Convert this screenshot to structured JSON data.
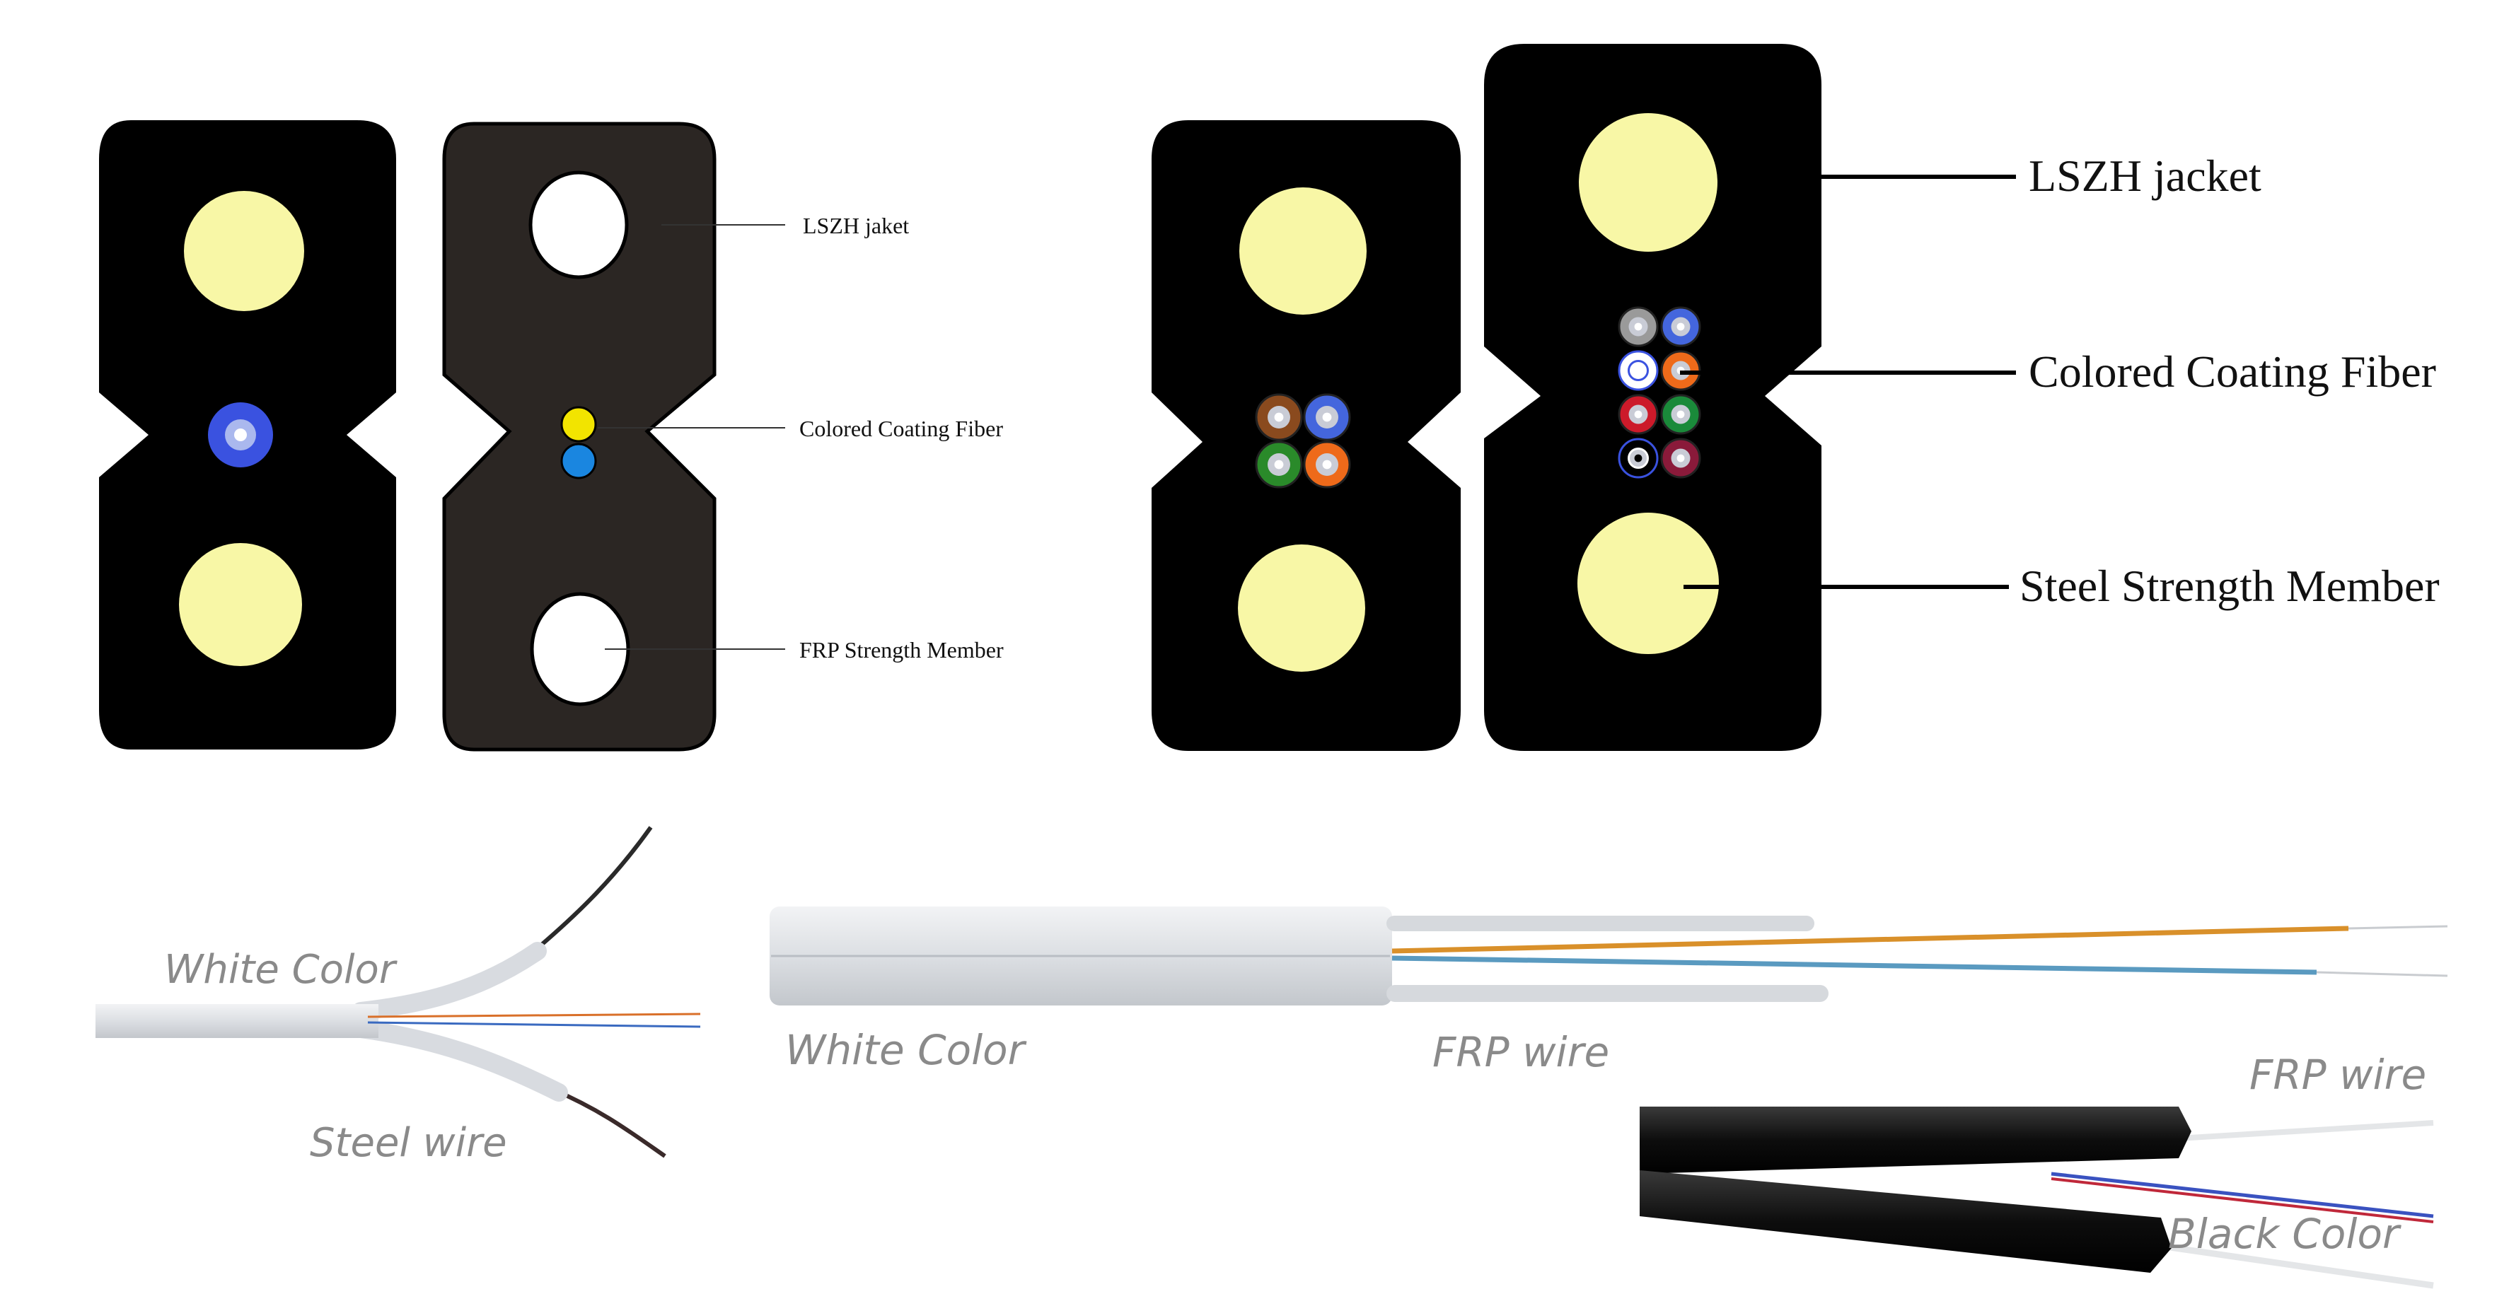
{
  "figure1": {
    "callouts": {
      "jacket": "LSZH jaket",
      "fiber": "Colored Coating Fiber",
      "member": "FRP Strength Member"
    }
  },
  "figure2": {
    "fiber_colors_4": [
      "#8a4a1e",
      "#4466dd",
      "#2a8a2a",
      "#ee6a1a"
    ],
    "fiber_colors_8": [
      "#9a9a9a",
      "#4466dd",
      "#ffffff",
      "#ee6a1a",
      "#cc1a2a",
      "#1a8a3a",
      "#000000",
      "#8a1a3a"
    ],
    "callouts": {
      "jacket": "LSZH jacket",
      "fiber": "Colored Coating Fiber",
      "member": "Steel Strength Member"
    }
  },
  "photos": {
    "photo1": {
      "color_label": "White Color",
      "wire_label": "Steel wire"
    },
    "photo2": {
      "color_label": "White Color",
      "wire_label": "FRP wire"
    },
    "photo3": {
      "wire_label": "FRP wire",
      "color_label": "Black Color"
    }
  },
  "colors": {
    "jacket_black": "#000000",
    "jacket_dark": "#2b2623",
    "strength_member_yellow": "#f8f7a6",
    "fiber_blue": "#3a52e0",
    "fiber_yellow": "#f2e400",
    "fiber_cyan": "#1a86e0",
    "label_grey": "#8a8a8a"
  }
}
